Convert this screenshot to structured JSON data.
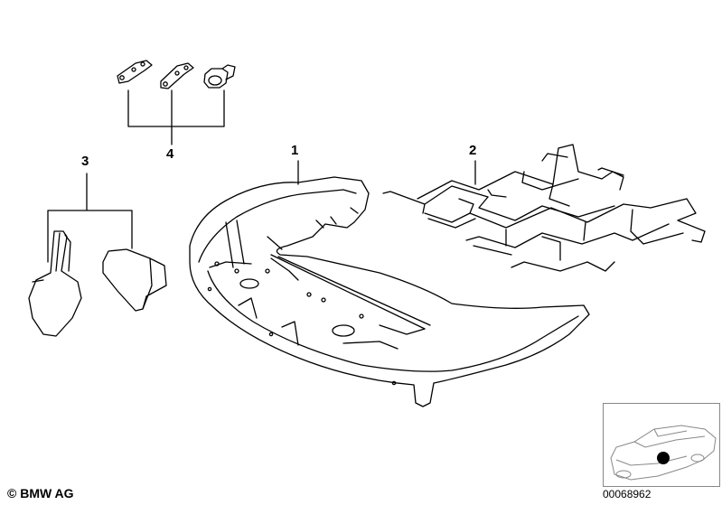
{
  "callouts": {
    "part1": "1",
    "part2": "2",
    "part3": "3",
    "part4": "4"
  },
  "footer": {
    "copyright": "© BMW AG",
    "diagram_number": "00068962"
  }
}
